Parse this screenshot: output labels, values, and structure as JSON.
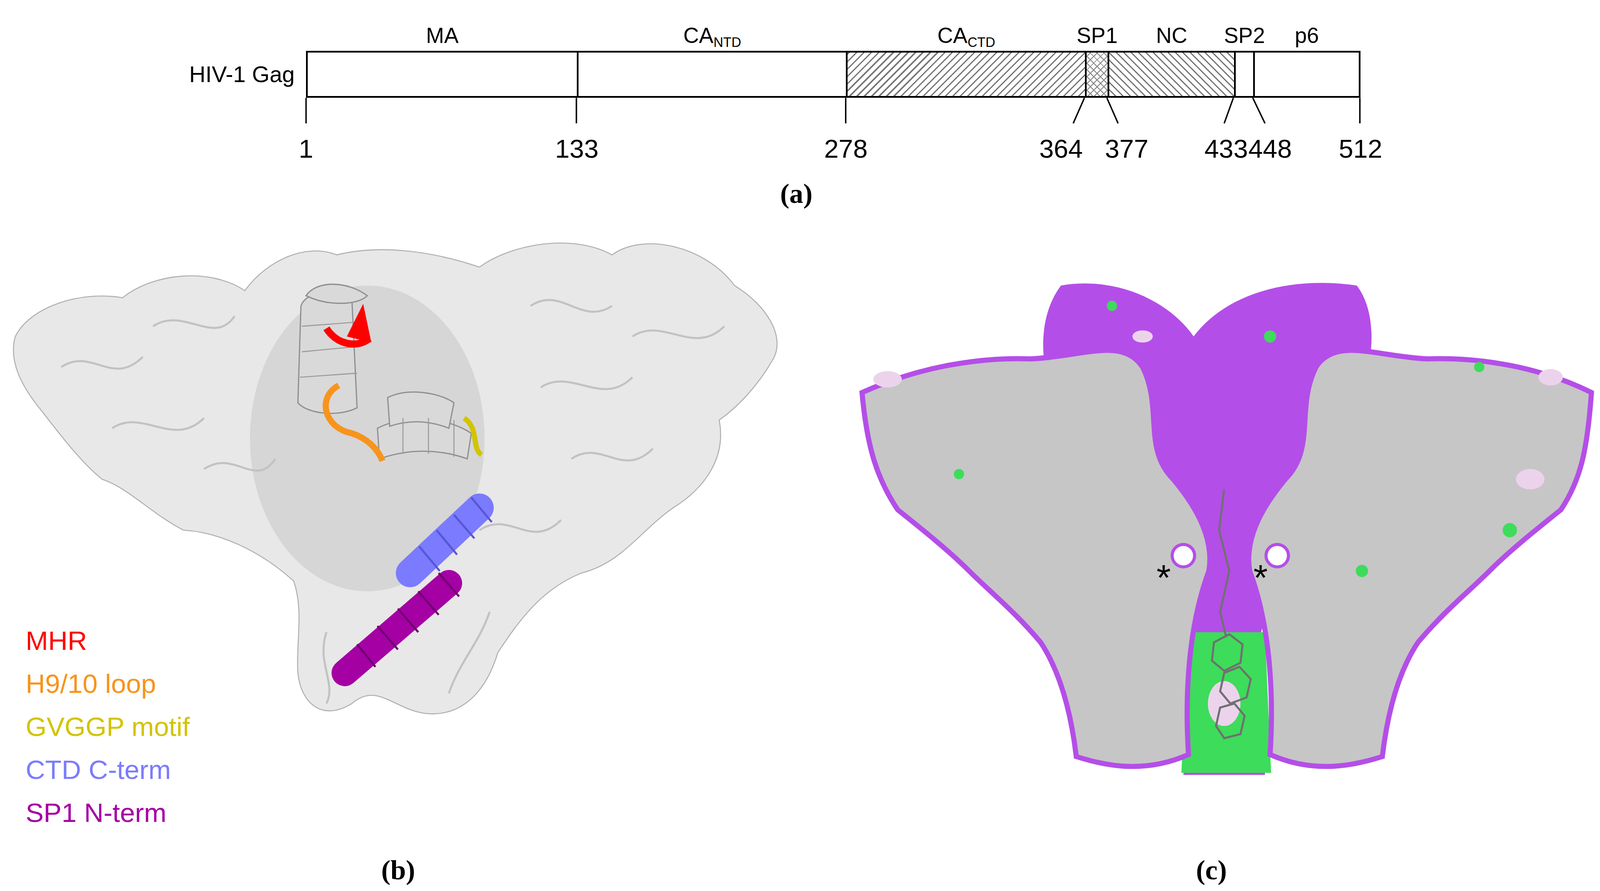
{
  "diagram": {
    "nodes": [
      {
        "text": [
          "HIV-1 Gag"
        ]
      },
      {
        "text": [
          "MA"
        ],
        "in": 0
      },
      {
        "text": [
          "CA",
          "NTD"
        ],
        "in": 0
      },
      {
        "text": [
          "CA",
          "CTD"
        ],
        "in": 0
      },
      {
        "text": [
          "SP1"
        ],
        "in": 0
      },
      {
        "text": [
          "NC"
        ],
        "in": 0
      },
      {
        "text": [
          "SP2"
        ],
        "in": 0
      },
      {
        "text": [
          "p6"
        ],
        "in": 0
      }
    ],
    "labels": [
      "1",
      "133",
      "278",
      "364",
      "377",
      "433",
      "448",
      "512",
      "(a)",
      "(b)",
      "*",
      "*",
      "(c)"
    ],
    "legend": [
      {
        "text": "MHR",
        "color": "#ff0000"
      },
      {
        "text": "H9/10 loop",
        "color": "#f7941d"
      },
      {
        "text": "GVGGP motif",
        "color": "#d2c400"
      },
      {
        "text": "CTD C-term",
        "color": "#7b7bff"
      },
      {
        "text": "SP1 N-term",
        "color": "#a400a4"
      }
    ]
  }
}
